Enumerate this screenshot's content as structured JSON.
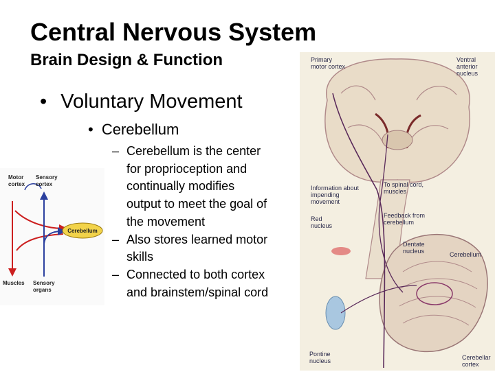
{
  "slide": {
    "title": "Central Nervous System",
    "subtitle": "Brain Design & Function",
    "bullet_level1": "Voluntary Movement",
    "bullet_level2": "Cerebellum",
    "bullet_marker": "•",
    "dash_marker": "–",
    "sub_bullets": [
      "Cerebellum is the center for proprioception and continually modifies output to meet the goal of the movement",
      "Also stores learned motor skills",
      "Connected to both cortex and brainstem/spinal cord"
    ]
  },
  "left_diagram": {
    "labels": {
      "motor": "Motor",
      "cortex": "cortex",
      "sensory": "Sensory",
      "cortex2": "cortex",
      "cerebellum": "Cerebellum",
      "muscles": "Muscles",
      "sensory_organs_1": "Sensory",
      "sensory_organs_2": "organs"
    },
    "colors": {
      "red": "#cc1f1f",
      "blue": "#2b3f9e",
      "cerebellum_fill": "#f2d34a"
    }
  },
  "brain_diagram": {
    "labels": {
      "primary_1": "Primary",
      "primary_2": "motor cortex",
      "ventral_1": "Ventral",
      "ventral_2": "anterior",
      "ventral_3": "nucleus",
      "info_1": "Information about",
      "info_2": "impending",
      "info_3": "movement",
      "spinal_1": "To spinal cord,",
      "spinal_2": "muscles",
      "red_1": "Red",
      "red_2": "nucleus",
      "feedback_1": "Feedback from",
      "feedback_2": "cerebellum",
      "dentate_1": "Dentate",
      "dentate_2": "nucleus",
      "cerebellum": "Cerebellum",
      "pontine_1": "Pontine",
      "pontine_2": "nucleus",
      "cerebellar_1": "Cerebellar",
      "cerebellar_2": "cortex"
    },
    "colors": {
      "background": "#f4efe1",
      "tissue": "#e9dcc8",
      "outline": "#b08a8a",
      "pathway": "#5a2a5a",
      "pontine": "#a9c7e0",
      "red_nucleus": "#e48a86"
    }
  }
}
